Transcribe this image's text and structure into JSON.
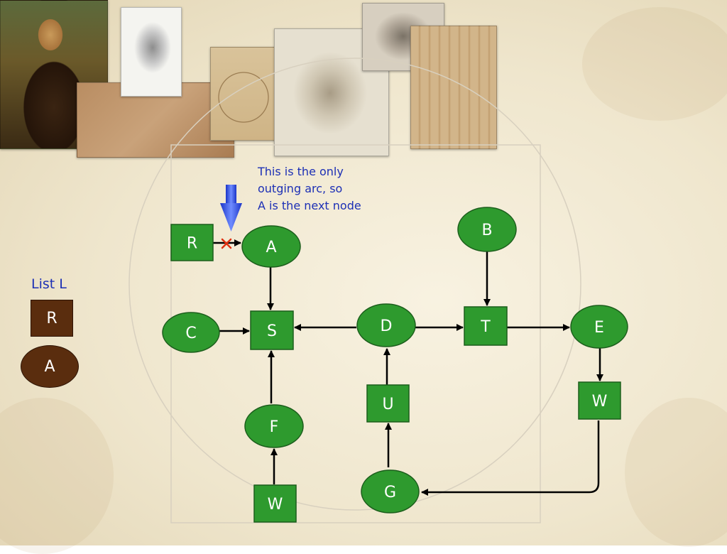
{
  "annotation": {
    "lines": [
      "This is the only",
      "outging arc, so",
      "A is the next node"
    ]
  },
  "list": {
    "title": "List L",
    "items": [
      {
        "label": "R",
        "shape": "rect"
      },
      {
        "label": "A",
        "shape": "oval"
      }
    ]
  },
  "graph": {
    "nodes": [
      {
        "id": "R",
        "label": "R",
        "shape": "rect"
      },
      {
        "id": "A",
        "label": "A",
        "shape": "oval"
      },
      {
        "id": "B",
        "label": "B",
        "shape": "oval"
      },
      {
        "id": "C",
        "label": "C",
        "shape": "oval"
      },
      {
        "id": "S",
        "label": "S",
        "shape": "rect"
      },
      {
        "id": "D",
        "label": "D",
        "shape": "oval"
      },
      {
        "id": "T",
        "label": "T",
        "shape": "rect"
      },
      {
        "id": "E",
        "label": "E",
        "shape": "oval"
      },
      {
        "id": "W1",
        "label": "W",
        "shape": "rect"
      },
      {
        "id": "U",
        "label": "U",
        "shape": "rect"
      },
      {
        "id": "F",
        "label": "F",
        "shape": "oval"
      },
      {
        "id": "G",
        "label": "G",
        "shape": "oval"
      },
      {
        "id": "W2",
        "label": "W",
        "shape": "rect"
      }
    ],
    "edges": [
      {
        "from": "R",
        "to": "A",
        "crossed": true
      },
      {
        "from": "A",
        "to": "S"
      },
      {
        "from": "C",
        "to": "S"
      },
      {
        "from": "D",
        "to": "S"
      },
      {
        "from": "D",
        "to": "T"
      },
      {
        "from": "B",
        "to": "T"
      },
      {
        "from": "T",
        "to": "E"
      },
      {
        "from": "E",
        "to": "W1"
      },
      {
        "from": "W1",
        "to": "G"
      },
      {
        "from": "G",
        "to": "U"
      },
      {
        "from": "U",
        "to": "D"
      },
      {
        "from": "W2",
        "to": "F"
      },
      {
        "from": "F",
        "to": "S"
      }
    ]
  },
  "colors": {
    "node_fill": "#2e9a2e",
    "node_stroke": "#1c5e1c",
    "node_text": "#ffffff",
    "edge": "#000000",
    "cross_mark": "#e03010",
    "pointer_arrow": "#2f4fe0",
    "list_fill": "#5a2d0e",
    "annotation_text": "#1c2fb5"
  }
}
